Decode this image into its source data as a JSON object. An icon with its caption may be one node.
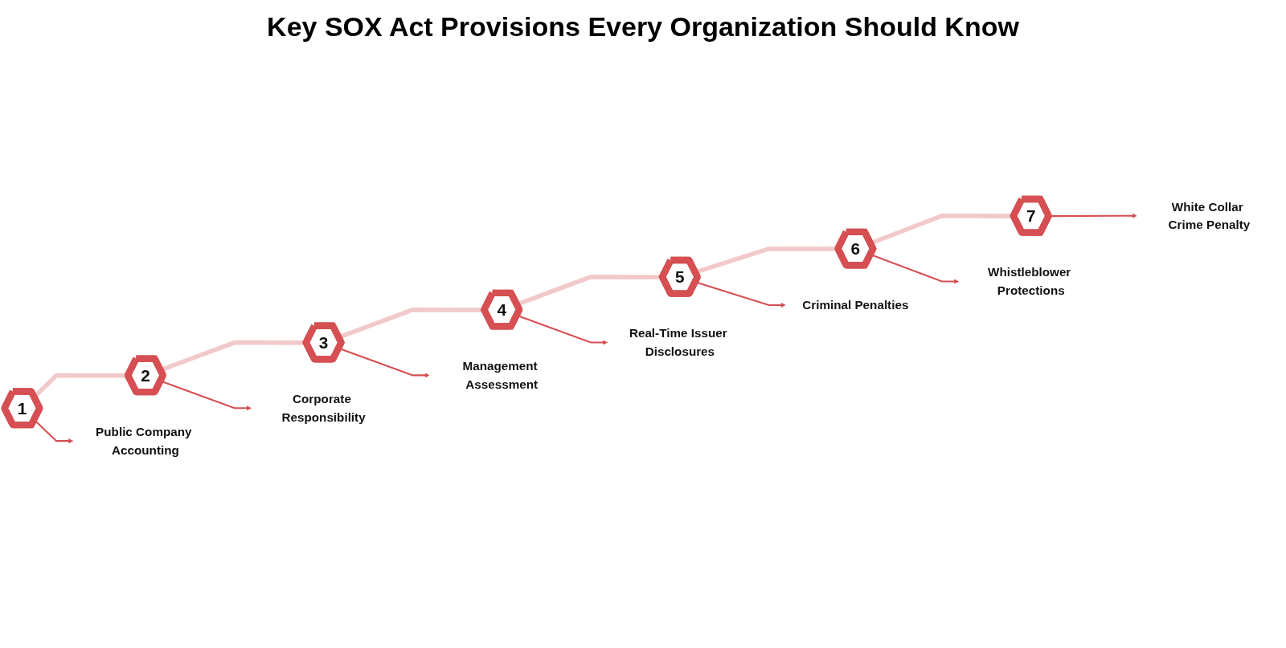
{
  "diagram": {
    "title": "Key SOX Act Provisions Every Organization Should Know",
    "nodes": [
      {
        "text": [
          "1"
        ]
      },
      {
        "text": [
          "2"
        ]
      },
      {
        "text": [
          "3"
        ]
      },
      {
        "text": [
          "4"
        ]
      },
      {
        "text": [
          "5"
        ]
      },
      {
        "text": [
          "6"
        ]
      },
      {
        "text": [
          "7"
        ]
      },
      {
        "text": [
          "Public Company Accounting"
        ]
      },
      {
        "text": [
          "Corporate Responsibility"
        ]
      },
      {
        "text": [
          "Management Assessment"
        ]
      },
      {
        "text": [
          "Real-Time Issuer Disclosures"
        ]
      },
      {
        "text": [
          "Criminal Penalties"
        ]
      },
      {
        "text": [
          "Whistleblower Protections"
        ]
      },
      {
        "text": [
          "White Collar Crime Penalty"
        ]
      }
    ],
    "edges": [
      {
        "from": 0,
        "to": 1,
        "arrow": "none",
        "style": "thick",
        "color": "#f2c9c9"
      },
      {
        "from": 1,
        "to": 2,
        "arrow": "none",
        "style": "thick",
        "color": "#f2c9c9"
      },
      {
        "from": 2,
        "to": 3,
        "arrow": "none",
        "style": "thick",
        "color": "#f2c9c9"
      },
      {
        "from": 3,
        "to": 4,
        "arrow": "none",
        "style": "thick",
        "color": "#f2c9c9"
      },
      {
        "from": 4,
        "to": 5,
        "arrow": "none",
        "style": "thick",
        "color": "#f2c9c9"
      },
      {
        "from": 5,
        "to": 6,
        "arrow": "none",
        "style": "thick",
        "color": "#f2c9c9"
      },
      {
        "from": 0,
        "to": 7,
        "arrow": "to"
      },
      {
        "from": 1,
        "to": 8,
        "arrow": "to"
      },
      {
        "from": 2,
        "to": 9,
        "arrow": "to"
      },
      {
        "from": 3,
        "to": 10,
        "arrow": "to"
      },
      {
        "from": 4,
        "to": 11,
        "arrow": "to"
      },
      {
        "from": 5,
        "to": 12,
        "arrow": "to"
      },
      {
        "from": 6,
        "to": 13,
        "arrow": "to"
      }
    ]
  }
}
